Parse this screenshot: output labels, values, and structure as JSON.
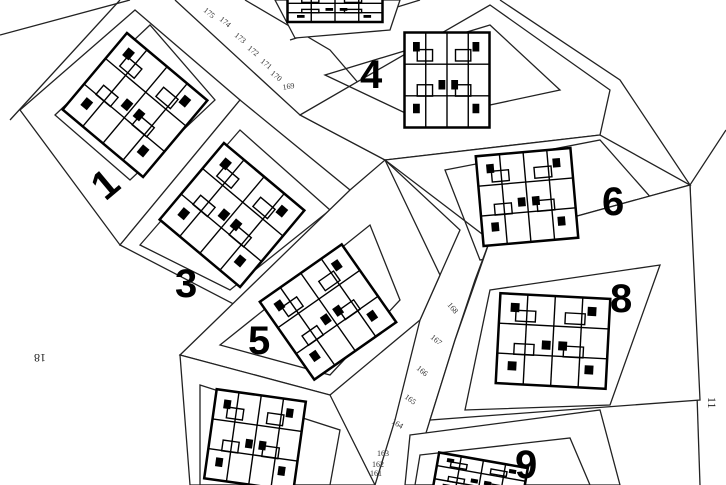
{
  "lots": [
    {
      "number": "1"
    },
    {
      "number": "3"
    },
    {
      "number": "4"
    },
    {
      "number": "5"
    },
    {
      "number": "6"
    },
    {
      "number": "8"
    },
    {
      "number": "9"
    }
  ],
  "road_labels_upper": [
    "175",
    "174",
    "173",
    "172",
    "171",
    "170",
    "169"
  ],
  "road_labels_lower": [
    "168",
    "167",
    "166",
    "165",
    "164",
    "163",
    "162",
    "161"
  ],
  "side_labels": {
    "left": "18",
    "right": "11"
  },
  "colors": {
    "line": "#222222",
    "background": "#ffffff"
  }
}
